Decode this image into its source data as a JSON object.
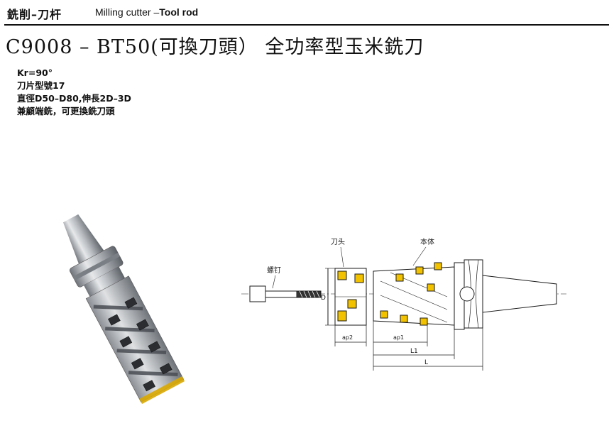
{
  "header": {
    "category_cn": "銑削–刀杆",
    "category_en_prefix": "Milling cutter –",
    "category_en_bold": "Tool rod"
  },
  "title": "C9008 – BT50(可換刀頭） 全功率型玉米銑刀",
  "specs": [
    "Kr=90°",
    "刀片型號17",
    "直徑D50–D80,伸長2D–3D",
    "兼顧端銑，可更換銑刀頭"
  ],
  "drawing": {
    "label_screw": "螺钉",
    "label_head": "刀头",
    "label_body": "本体",
    "dim_D": "D",
    "dim_ap2": "ap2",
    "dim_ap1": "ap1",
    "dim_L1": "L1",
    "dim_L": "L"
  },
  "colors": {
    "insert": "#f2c200",
    "steel": "#b8bcc2",
    "line": "#1a1a1a"
  }
}
